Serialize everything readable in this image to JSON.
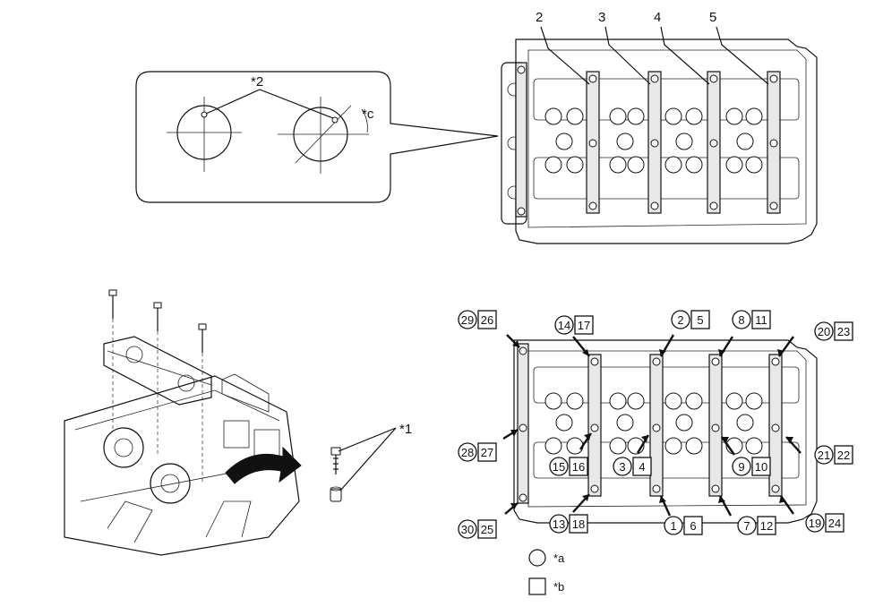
{
  "top_view": {
    "callouts": [
      "2",
      "3",
      "4",
      "5"
    ]
  },
  "inset": {
    "label_2": "*2",
    "label_c": "*c"
  },
  "left_view": {
    "label_1": "*1"
  },
  "sequence": {
    "items": [
      {
        "c": "29",
        "s": "26"
      },
      {
        "c": "14",
        "s": "17"
      },
      {
        "c": "2",
        "s": "5"
      },
      {
        "c": "8",
        "s": "11"
      },
      {
        "c": "20",
        "s": "23"
      },
      {
        "c": "28",
        "s": "27"
      },
      {
        "c": "15",
        "s": "16"
      },
      {
        "c": "3",
        "s": "4"
      },
      {
        "c": "9",
        "s": "10"
      },
      {
        "c": "21",
        "s": "22"
      },
      {
        "c": "30",
        "s": "25"
      },
      {
        "c": "13",
        "s": "18"
      },
      {
        "c": "1",
        "s": "6"
      },
      {
        "c": "7",
        "s": "12"
      },
      {
        "c": "19",
        "s": "24"
      }
    ]
  },
  "legend": {
    "circle_label": "*a",
    "square_label": "*b"
  }
}
